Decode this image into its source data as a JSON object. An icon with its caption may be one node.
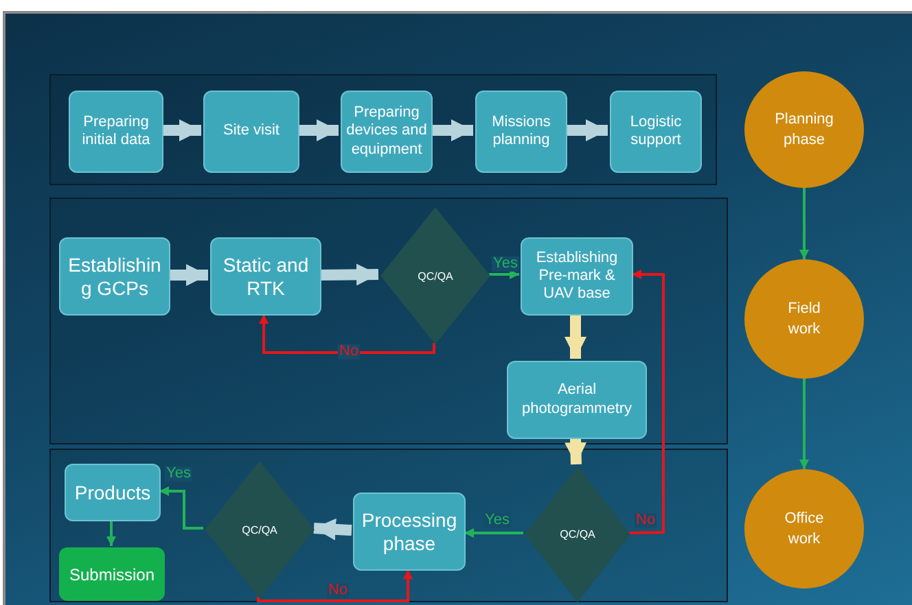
{
  "diagram": {
    "nodes": [
      {
        "text": [],
        "shape": "box"
      },
      {
        "text": [
          "Preparing initial data"
        ],
        "in": 0
      },
      {
        "text": [
          "Site visit"
        ],
        "in": 0
      },
      {
        "text": [
          "Preparing devices and equipment"
        ],
        "in": 0
      },
      {
        "text": [
          "Missions planning"
        ],
        "in": 0
      },
      {
        "text": [
          "Logistic support"
        ],
        "in": 0
      },
      {
        "text": [],
        "shape": "box"
      },
      {
        "text": [
          "Establishin g GCPs"
        ],
        "in": 6
      },
      {
        "text": [
          "Static and RTK"
        ],
        "in": 6
      },
      {
        "text": [
          "QC/QA"
        ],
        "in": 6
      },
      {
        "text": [
          "Establishing Pre-mark & UAV base"
        ],
        "in": 6
      },
      {
        "text": [
          "Aerial photogrammetry"
        ],
        "in": 6
      },
      {
        "text": [],
        "shape": "box"
      },
      {
        "text": [
          "Products"
        ],
        "in": 12
      },
      {
        "text": [
          "Submission"
        ],
        "in": 12
      },
      {
        "text": [
          "QC/QA"
        ],
        "in": 12
      },
      {
        "text": [
          "Processing phase"
        ],
        "in": 12
      },
      {
        "text": [
          "QC/QA"
        ],
        "in": 12
      },
      {
        "text": [
          "Planning phase"
        ]
      },
      {
        "text": [
          "Field work"
        ]
      },
      {
        "text": [
          "Office work"
        ]
      }
    ],
    "edges": [
      {
        "from": 1,
        "to": 2,
        "arrow": "to",
        "style": "thick"
      },
      {
        "from": 2,
        "to": 3,
        "arrow": "to",
        "style": "thick"
      },
      {
        "from": 3,
        "to": 4,
        "arrow": "to",
        "style": "thick"
      },
      {
        "from": 4,
        "to": 5,
        "arrow": "to",
        "style": "thick"
      },
      {
        "from": 7,
        "to": 8,
        "arrow": "to",
        "style": "thick"
      },
      {
        "from": 8,
        "to": 9,
        "arrow": "to",
        "style": "thick"
      },
      {
        "from": 9,
        "to": 10,
        "arrow": "to",
        "label": "Yes",
        "color": "#22b35a"
      },
      {
        "from": 9,
        "to": 8,
        "arrow": "to",
        "label": "No",
        "color": "#e8151b"
      },
      {
        "from": 10,
        "to": 11,
        "arrow": "to",
        "style": "thick",
        "color": "#f3e3a3"
      },
      {
        "from": 11,
        "to": 17,
        "arrow": "to",
        "style": "thick",
        "color": "#f3e3a3"
      },
      {
        "from": 17,
        "to": 16,
        "arrow": "to",
        "label": "Yes",
        "color": "#22b35a"
      },
      {
        "from": 17,
        "to": 10,
        "arrow": "to",
        "label": "No",
        "color": "#e8151b"
      },
      {
        "from": 16,
        "to": 15,
        "arrow": "to",
        "style": "thick"
      },
      {
        "from": 15,
        "to": 13,
        "arrow": "to",
        "label": "Yes",
        "color": "#22b35a"
      },
      {
        "from": 15,
        "to": 16,
        "arrow": "to",
        "label": "No",
        "color": "#e8151b"
      },
      {
        "from": 13,
        "to": 14,
        "arrow": "to",
        "color": "#22b35a"
      },
      {
        "from": 18,
        "to": 19,
        "arrow": "to",
        "color": "#22b35a"
      },
      {
        "from": 19,
        "to": 20,
        "arrow": "to",
        "color": "#22b35a"
      }
    ]
  }
}
